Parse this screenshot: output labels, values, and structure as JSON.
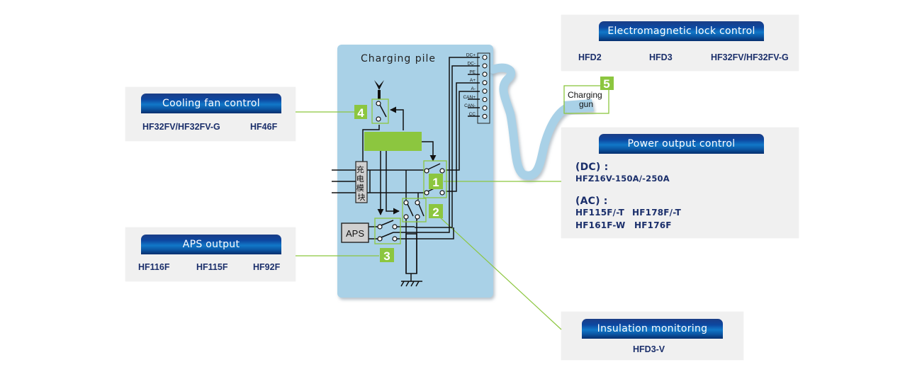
{
  "diagram": {
    "title": "Charging pile",
    "charging_module_label": "充电模块",
    "aps_label": "APS",
    "charging_gun_label_line1": "Charging",
    "charging_gun_label_line2": "gun",
    "terminals": [
      "DC+",
      "DC-",
      "PE",
      "A+",
      "A-",
      "CAN+",
      "CAN-",
      "CC"
    ],
    "markers": [
      "1",
      "2",
      "3",
      "4",
      "5"
    ],
    "colors": {
      "pile_background": "#a9d1e7",
      "accent_green": "#8cc63f",
      "banner_blue": "#0d47a0",
      "model_text": "#1b2f6b"
    }
  },
  "panels": {
    "cooling_fan": {
      "title": "Cooling fan control",
      "models": [
        "HF32FV/HF32FV-G",
        "HF46F"
      ]
    },
    "aps_output": {
      "title": "APS output",
      "models": [
        "HF116F",
        "HF115F",
        "HF92F"
      ]
    },
    "em_lock": {
      "title": "Electromagnetic lock control",
      "models": [
        "HFD2",
        "HFD3",
        "HF32FV/HF32FV-G"
      ]
    },
    "power_output": {
      "title": "Power output control",
      "dc_label": "(DC) :",
      "dc_models": "HFZ16V-150A/-250A",
      "ac_label": "(AC) :",
      "ac_models_row1": [
        "HF115F/-T",
        "HF178F/-T"
      ],
      "ac_models_row2": [
        "HF161F-W",
        "HF176F"
      ]
    },
    "insulation": {
      "title": "Insulation monitoring",
      "models": [
        "HFD3-V"
      ]
    }
  }
}
